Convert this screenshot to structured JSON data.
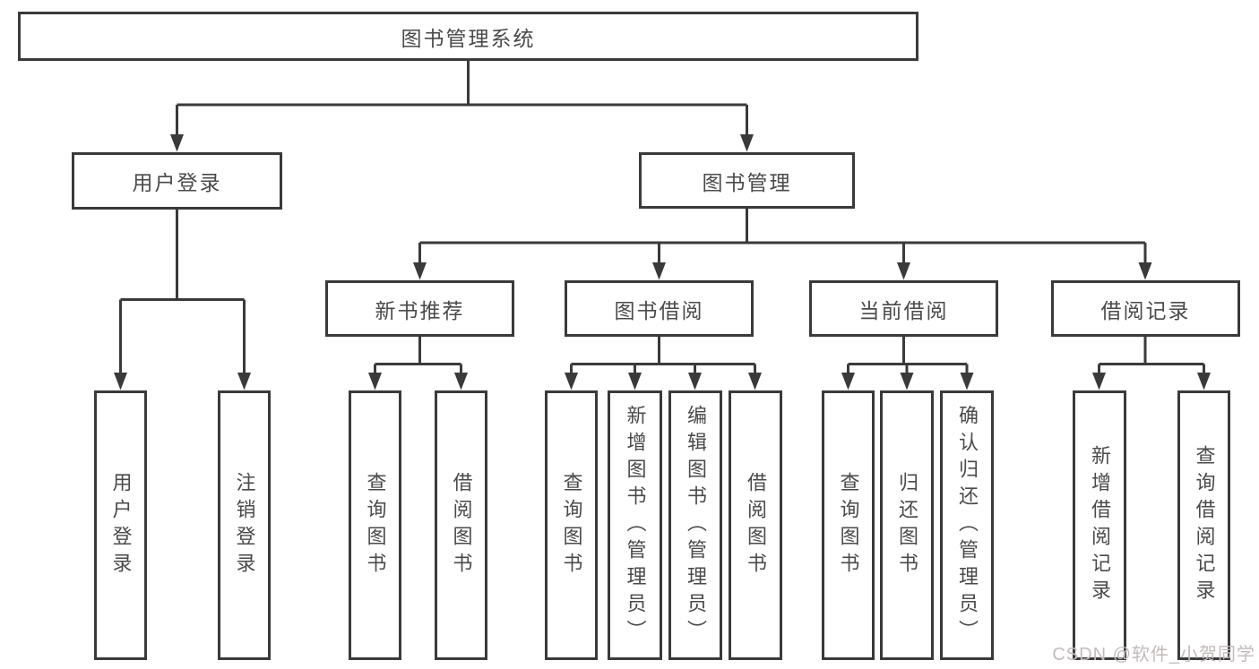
{
  "diagram": {
    "root": {
      "label": "图书管理系统"
    },
    "level2": {
      "user_login": {
        "label": "用户登录"
      },
      "book_mgmt": {
        "label": "图书管理"
      }
    },
    "level3": [
      {
        "label": "新书推荐"
      },
      {
        "label": "图书借阅"
      },
      {
        "label": "当前借阅"
      },
      {
        "label": "借阅记录"
      }
    ],
    "leaves_user": [
      "用户登录",
      "注销登录"
    ],
    "leaves_new_book": [
      "查询图书",
      "借阅图书"
    ],
    "leaves_book_borrow": [
      "查询图书",
      "新增图书（管理员）",
      "编辑图书（管理员）",
      "借阅图书"
    ],
    "leaves_current": [
      "查询图书",
      "归还图书",
      "确认归还（管理员）"
    ],
    "leaves_record": [
      "新增借阅记录",
      "查询借阅记录"
    ]
  },
  "watermark": {
    "text": "CSDN @软件_小贺同学"
  },
  "colors": {
    "line": "#3a3a3a",
    "box_border": "#3a3a3a",
    "box_background": "#ffffff",
    "text": "#4a4a4a",
    "watermark": "#c3bbbb",
    "page_background": "#ffffff"
  }
}
